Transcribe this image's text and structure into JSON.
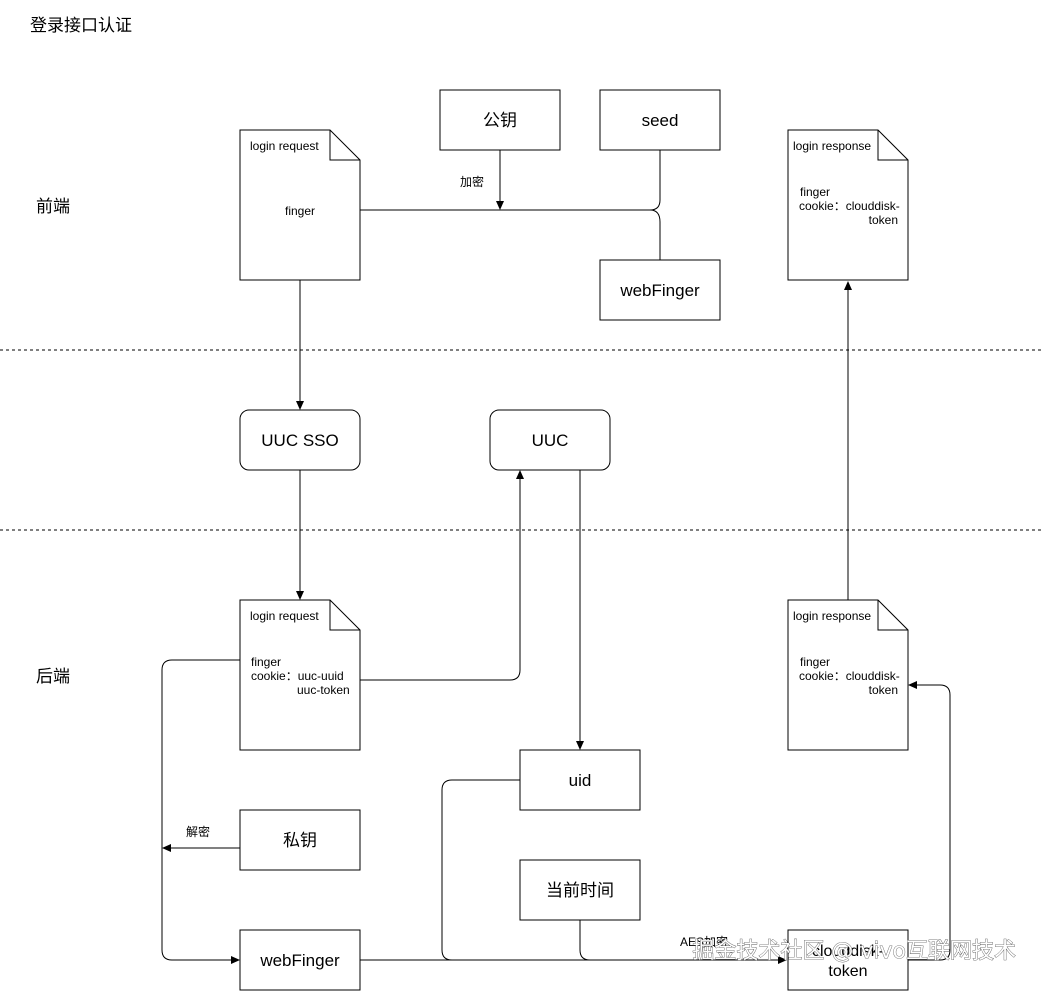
{
  "title": "登录接口认证",
  "zones": {
    "frontend": "前端",
    "backend": "后端"
  },
  "nodes": {
    "pubkey": "公钥",
    "seed": "seed",
    "webfinger_front": "webFinger",
    "doc_req_front": {
      "title": "login request",
      "finger": "finger"
    },
    "doc_resp_front": {
      "title": "login response",
      "finger": "finger",
      "cookie": "cookie：clouddisk-",
      "token": "token"
    },
    "uuc_sso": "UUC SSO",
    "uuc": "UUC",
    "doc_req_back": {
      "title": "login request",
      "finger": "finger",
      "cookie": "cookie：uuc-uuid",
      "token": "uuc-token"
    },
    "doc_resp_back": {
      "title": "login response",
      "finger": "finger",
      "cookie": "cookie：clouddisk-",
      "token": "token"
    },
    "uid": "uid",
    "privkey": "私钥",
    "current_time": "当前时间",
    "webfinger_back": "webFinger",
    "token_box": {
      "line1": "clouddisk-",
      "line2": "token"
    }
  },
  "edge_labels": {
    "encrypt": "加密",
    "decrypt": "解密",
    "aes_encrypt": "AES加密"
  },
  "watermark": "掘金技术社区 @ vivo互联网技术"
}
